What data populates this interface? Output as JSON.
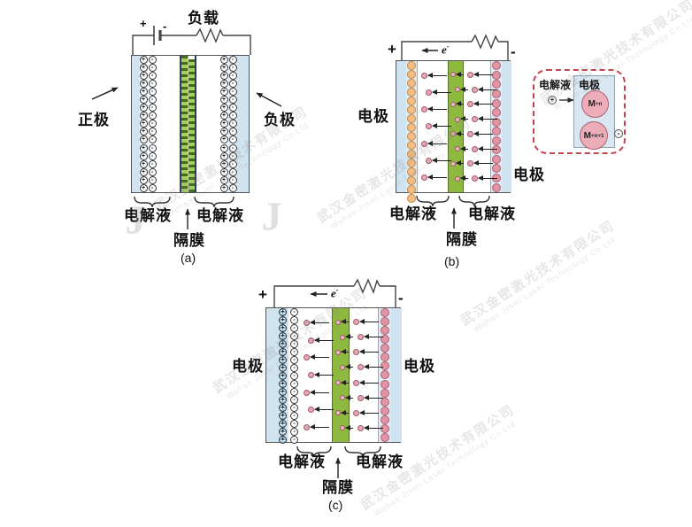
{
  "watermark": {
    "company_cn": "武汉金密激光技术有限公司",
    "company_en": "Wuhan Jinmi Laser Technology Co.Ltd",
    "logo_letter": "J"
  },
  "diagram_a": {
    "caption": "(a)",
    "load_label": "负载",
    "battery_plus": "+",
    "battery_minus": "-",
    "positive_electrode_label": "正极",
    "negative_electrode_label": "负极",
    "electrolyte_left_label": "电解液",
    "electrolyte_right_label": "电解液",
    "separator_label": "隔膜",
    "left_plus_column": {
      "count": 17,
      "symbol": "+",
      "type": "plus"
    },
    "left_minus_column": {
      "count": 17,
      "symbol": "-",
      "type": "minus"
    },
    "right_plus_column": {
      "count": 17,
      "symbol": "+",
      "type": "plus"
    },
    "right_minus_column": {
      "count": 17,
      "symbol": "-",
      "type": "minus"
    }
  },
  "diagram_b": {
    "caption": "(b)",
    "terminal_plus": "+",
    "terminal_minus": "-",
    "electron_base": "e",
    "electron_sup": "-",
    "electrode_left_label": "电极",
    "electrode_right_label": "电极",
    "electrolyte_left_label": "电解液",
    "electrolyte_right_label": "电解液",
    "separator_label": "隔膜",
    "anode_particles": {
      "count": 16,
      "type": "orange"
    },
    "cathode_particles": {
      "count": 14,
      "type": "pink"
    },
    "left_ions": {
      "count": 7,
      "arrow": "long"
    },
    "separator_ions": {
      "count": 8,
      "arrow": "short"
    },
    "right_ions": {
      "count": 8,
      "arrow": "long"
    }
  },
  "legend": {
    "electrolyte_label": "电解液",
    "electrode_label": "电极",
    "cation_symbol": "+",
    "anion_symbol": "-",
    "ion_top_base": "M",
    "ion_top_sup": "+n",
    "ion_bottom_base": "M",
    "ion_bottom_sup": "+n+1"
  },
  "diagram_c": {
    "caption": "(c)",
    "terminal_plus": "+",
    "terminal_minus": "-",
    "electron_base": "e",
    "electron_sup": "-",
    "electrode_left_label": "电极",
    "electrode_right_label": "电极",
    "electrolyte_left_label": "电解液",
    "electrolyte_right_label": "电解液",
    "separator_label": "隔膜",
    "left_plus_column": {
      "count": 17,
      "symbol": "+",
      "type": "plus-striped"
    },
    "left_minus_column": {
      "count": 17,
      "symbol": "-",
      "type": "minus"
    },
    "cathode_particles": {
      "count": 15,
      "type": "pink"
    },
    "left_ions": {
      "count": 7,
      "arrow": "long"
    },
    "separator_ions": {
      "count": 8,
      "arrow": "short"
    },
    "right_ions": {
      "count": 8,
      "arrow": "long"
    }
  }
}
